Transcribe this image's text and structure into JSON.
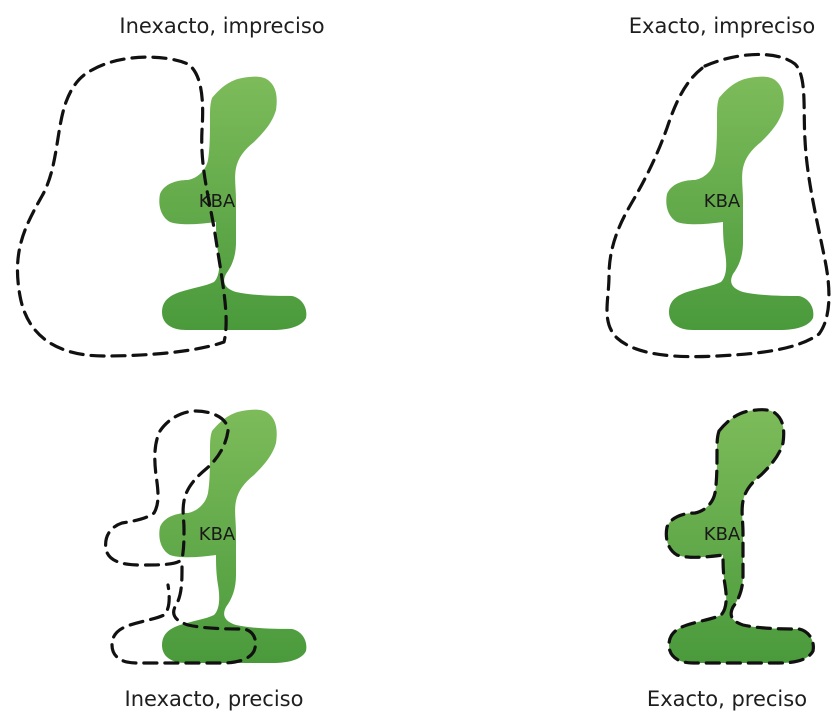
{
  "panels": [
    {
      "caption": "Inexacto, impreciso",
      "area_label": "KBA"
    },
    {
      "caption": "Exacto, impreciso",
      "area_label": "KBA"
    },
    {
      "caption": "Inexacto, preciso",
      "area_label": "KBA"
    },
    {
      "caption": "Exacto, preciso",
      "area_label": "KBA"
    }
  ],
  "colors": {
    "area_fill_light": "#7dbb5a",
    "area_fill_dark": "#4a9a3c",
    "outline": "#111111",
    "text": "#1e1e1e"
  }
}
